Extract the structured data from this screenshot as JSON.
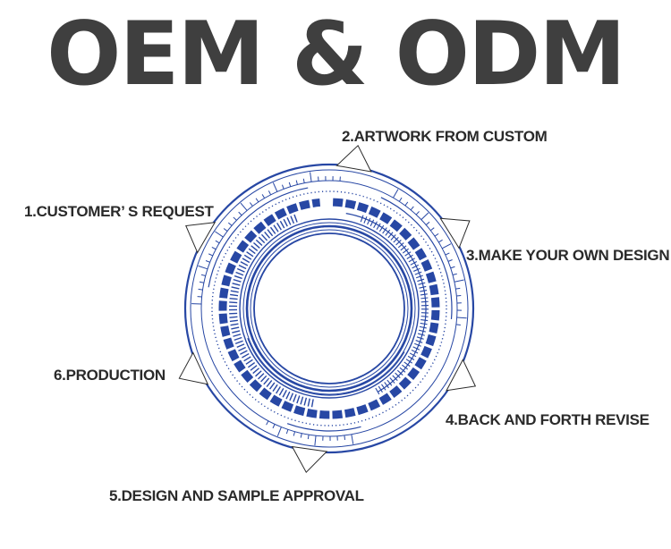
{
  "title": "OEM & ODM",
  "steps": [
    "1.CUSTOMER’ S REQUEST",
    "2.ARTWORK FROM CUSTOM",
    "3.MAKE YOUR OWN DESIGN",
    "4.BACK AND FORTH REVISE",
    "5.DESIGN AND SAMPLE  APPROVAL",
    "6.PRODUCTION"
  ],
  "colors": {
    "ring": "#2747a4",
    "title": "#3f3f3f",
    "text": "#2a2a2a"
  }
}
